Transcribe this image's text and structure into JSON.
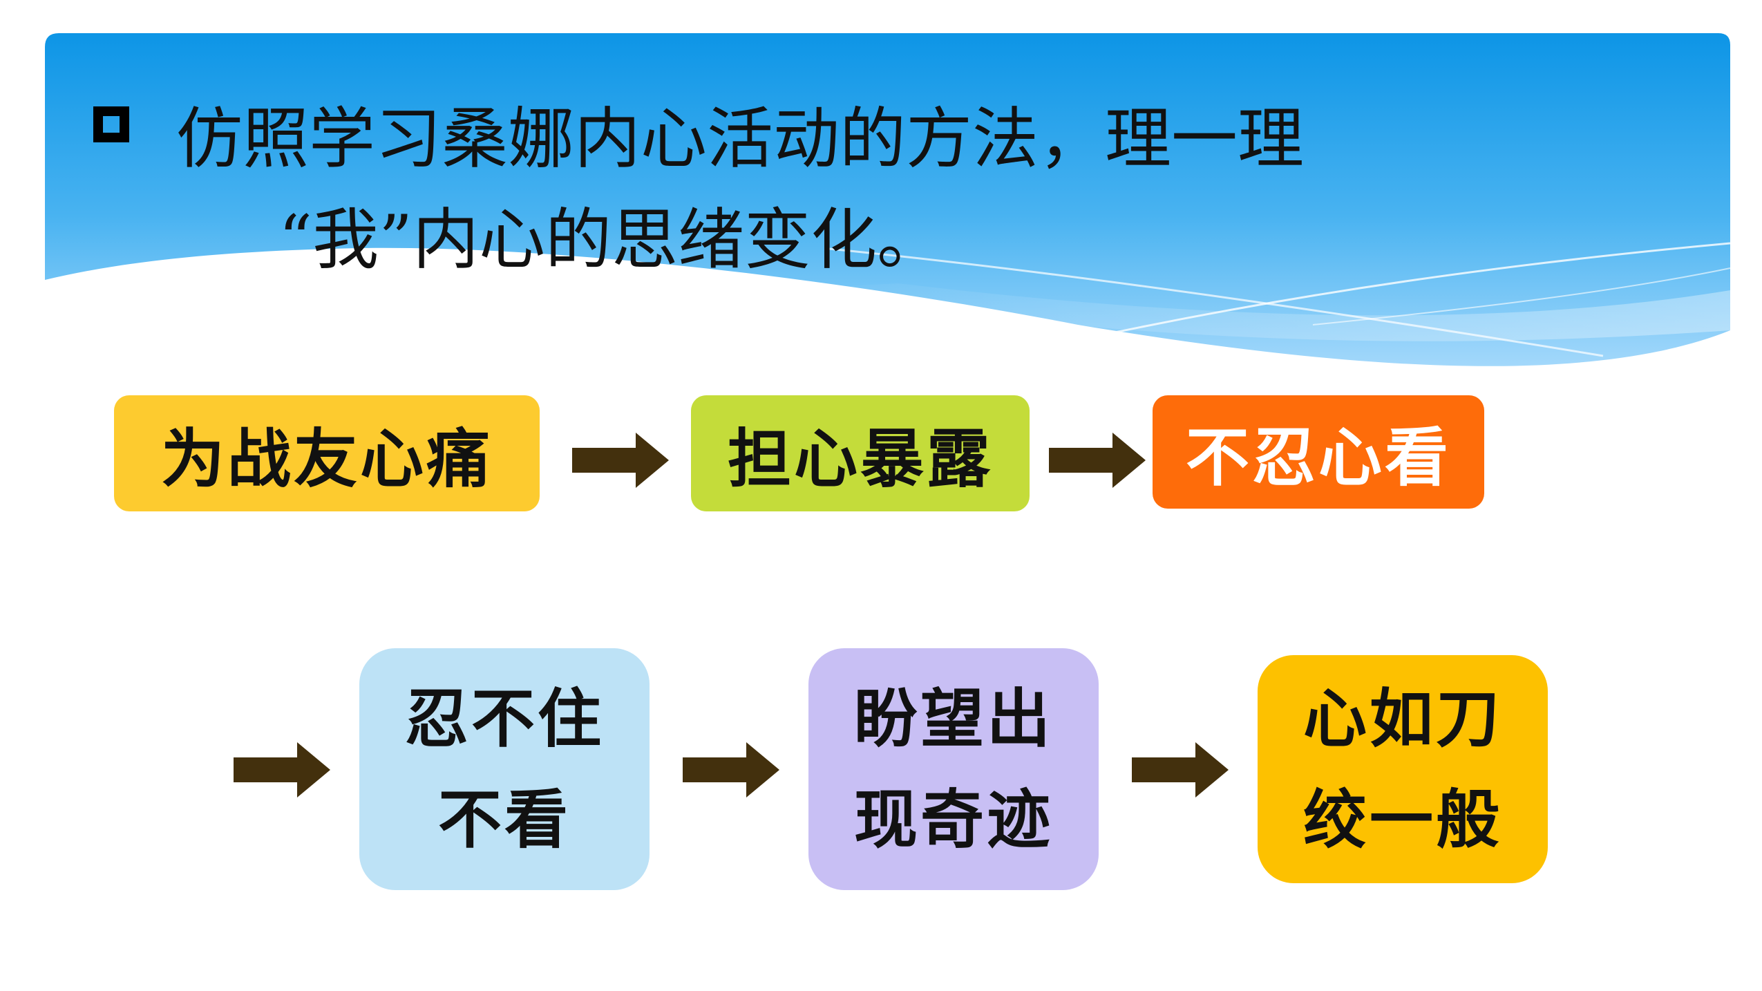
{
  "heading": {
    "line1": "仿照学习桑娜内心活动的方法，理一理",
    "line2": "“我”内心的思绪变化。"
  },
  "row1": [
    {
      "label": "为战友心痛",
      "color": "#fdcb2f"
    },
    {
      "label": "担心暴露",
      "color": "#c4dc3a"
    },
    {
      "label": "不忍心看",
      "color": "#fe6c0a",
      "text_color": "#ffffff"
    }
  ],
  "row2": [
    {
      "line1": "忍不住",
      "line2": "不看",
      "color": "#bde2f6"
    },
    {
      "line1": "盼望出",
      "line2": "现奇迹",
      "color": "#c8bff4"
    },
    {
      "line1": "心如刀",
      "line2": "绞一般",
      "color": "#fdc100"
    }
  ],
  "colors": {
    "arrow": "#43300d",
    "banner_top": "#0d95e6",
    "banner_bottom": "#9ed5fb"
  }
}
